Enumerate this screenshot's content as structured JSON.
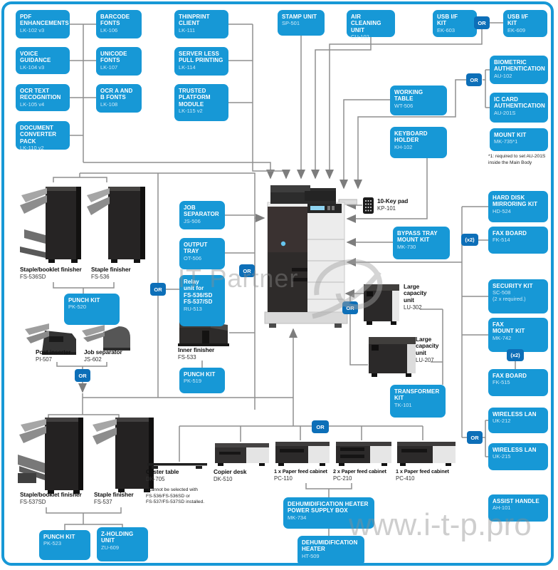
{
  "palette": {
    "box_blue": "#1798d6",
    "badge_blue": "#0d6fb8",
    "line_gray": "#8f8f8f",
    "frame_blue": "#1798d6"
  },
  "badges": {
    "or": "OR",
    "x2": "(x2)"
  },
  "watermark": {
    "brand": "IT Partner",
    "url": "www.i-t-p.pro"
  },
  "boxes": {
    "pdf": {
      "title": "PDF\nENHANCEMENTS",
      "code": "LK-102 v3"
    },
    "voice": {
      "title": "VOICE\nGUIDANCE",
      "code": "LK-104 v3"
    },
    "ocr_text": {
      "title": "OCR TEXT\nRECOGNITION",
      "code": "LK-105 v4"
    },
    "doc_conv": {
      "title": "DOCUMENT\nCONVERTER PACK",
      "code": "LK-110 v2"
    },
    "barcode": {
      "title": "BARCODE\nFONTS",
      "code": "LK-106"
    },
    "unicode": {
      "title": "UNICODE\nFONTS",
      "code": "LK-107"
    },
    "ocr_ab": {
      "title": "OCR A AND\nB FONTS",
      "code": "LK-108"
    },
    "thinprint": {
      "title": "THINPRINT\nCLIENT",
      "code": "LK-111"
    },
    "serverless": {
      "title": "SERVER LESS\nPULL PRINTING",
      "code": "LK-114"
    },
    "tpm": {
      "title": "TRUSTED\nPLATFORM\nMODULE",
      "code": "LK-115 v2"
    },
    "stamp": {
      "title": "STAMP UNIT",
      "code": "SP-501"
    },
    "aircleaning": {
      "title": "AIR CLEANING\nUNIT",
      "code": "CU-102"
    },
    "usb1": {
      "title": "USB I/F\nKIT",
      "code": "EK-603"
    },
    "usb2": {
      "title": "USB I/F\nKIT",
      "code": "EK-609"
    },
    "biometric": {
      "title": "BIOMETRIC\nAUTHENTICATION",
      "code": "AU-102"
    },
    "iccard": {
      "title": "IC CARD\nAUTHENTICATION",
      "code": "AU-201S"
    },
    "mountkit": {
      "title": "MOUNT KIT",
      "code": "MK-735*1"
    },
    "working": {
      "title": "WORKING\nTABLE",
      "code": "WT-506"
    },
    "keyboard": {
      "title": "KEYBOARD\nHOLDER",
      "code": "KH-102"
    },
    "bypass": {
      "title": "BYPASS TRAY\nMOUNT KIT",
      "code": "MK-730"
    },
    "hdd": {
      "title": "HARD DISK\nMIRRORING KIT",
      "code": "HD-524"
    },
    "fk514": {
      "title": "FAX BOARD",
      "code": "FK-514"
    },
    "security": {
      "title": "SECURITY KIT",
      "code": "SC-508\n(2 x required.)"
    },
    "faxmount": {
      "title": "FAX\nMOUNT KIT",
      "code": "MK-742"
    },
    "fk515": {
      "title": "FAX BOARD",
      "code": "FK-515"
    },
    "uk212": {
      "title": "WIRELESS LAN",
      "code": "UK-212"
    },
    "uk215": {
      "title": "WIRELESS LAN",
      "code": "UK-215"
    },
    "assist": {
      "title": "ASSIST HANDLE",
      "code": "AH-101"
    },
    "jobsep": {
      "title": "JOB\nSEPARATOR",
      "code": "JS-506"
    },
    "output": {
      "title": "OUTPUT\nTRAY",
      "code": "OT-506"
    },
    "relay": {
      "title": "Relay\nunit for\nFS-536/SD\nFS-537/SD",
      "code": "RU-513"
    },
    "pk519": {
      "title": "PUNCH KIT",
      "code": "PK-519"
    },
    "pk520": {
      "title": "PUNCH KIT",
      "code": "PK-520"
    },
    "pk523": {
      "title": "PUNCH KIT",
      "code": "PK-523"
    },
    "zholding": {
      "title": "Z-HOLDING\nUNIT",
      "code": "ZU-609"
    },
    "transformer": {
      "title": "TRANSFORMER\nKIT",
      "code": "TK-101"
    },
    "mk734": {
      "title": "DEHUMIDIFICATION HEATER\nPOWER SUPPLY BOX",
      "code": "MK-734"
    },
    "ht509": {
      "title": "DEHUMIDIFICATION\nHEATER",
      "code": "HT-509"
    }
  },
  "devices": {
    "fs536sd": {
      "name": "Staple/booklet finisher",
      "code": "FS-536SD"
    },
    "fs536": {
      "name": "Staple finisher",
      "code": "FS-536"
    },
    "pi507": {
      "name": "Post inserter",
      "code": "PI-507"
    },
    "js602": {
      "name": "Job separator",
      "code": "JS-602"
    },
    "innerfin": {
      "name": "Inner finisher",
      "code": "FS-533"
    },
    "fs537sd": {
      "name": "Staple/booklet finisher",
      "code": "FS-537SD"
    },
    "fs537": {
      "name": "Staple finisher",
      "code": "FS-537"
    },
    "keypad": {
      "name": "10-Key pad",
      "code": "KP-101"
    },
    "lu302": {
      "name": "Large\ncapacity\nunit",
      "code": "LU-302"
    },
    "lu207": {
      "name": "Large\ncapacity\nunit",
      "code": "LU-207"
    },
    "caster": {
      "name": "Caster table",
      "code": "DK-705"
    },
    "copier": {
      "name": "Copier desk",
      "code": "DK-510"
    },
    "pc110": {
      "name": "1 x Paper feed cabinet",
      "code": "PC-110"
    },
    "pc210": {
      "name": "2 x Paper feed cabinet",
      "code": "PC-210"
    },
    "pc410": {
      "name": "1 x Paper feed cabinet",
      "code": "PC-410"
    }
  },
  "notes": {
    "mount": "*1: required to set AU-201S\ninside the Main Body",
    "caster": "*Cannot be selected with\nFS-536/FS-536SD or\nFS-537/FS-537SD installed."
  }
}
